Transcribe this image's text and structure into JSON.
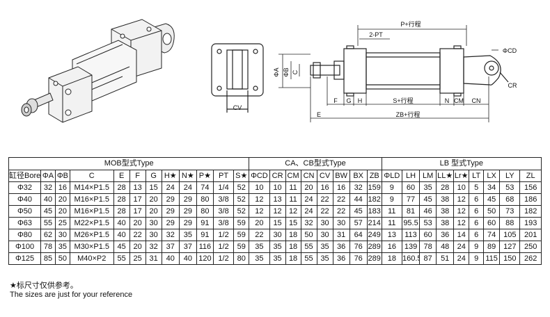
{
  "drawing_labels": {
    "p_stroke": "P+行程",
    "two_pt": "2-PT",
    "phi_cd": "ΦCD",
    "cr": "CR",
    "phi_b": "ΦB",
    "phi_a": "ΦA",
    "c": "C",
    "cv": "CV",
    "e": "E",
    "f": "F",
    "g": "G",
    "h": "H",
    "s_stroke": "S+行程",
    "n": "N",
    "cm": "CM",
    "cn": "CN",
    "zb_stroke": "ZB+行程"
  },
  "table": {
    "groups": {
      "mob": "MOB型式Type",
      "ca_cb": "CA、CB型式Type",
      "lb": "LB 型式Type"
    },
    "headers": [
      "缸径Bore",
      "ΦA",
      "ΦB",
      "C",
      "E",
      "F",
      "G",
      "H★",
      "N★",
      "P★",
      "PT",
      "S★",
      "ΦCD",
      "CR",
      "CM",
      "CN",
      "CV",
      "BW",
      "BX",
      "ZB",
      "ΦLD",
      "LH",
      "LM",
      "LL★",
      "Lr★",
      "LT",
      "LX",
      "LY",
      "ZL"
    ],
    "rows": [
      [
        "Φ32",
        "32",
        "16",
        "M14×P1.5",
        "28",
        "13",
        "15",
        "24",
        "24",
        "74",
        "1/4",
        "52",
        "10",
        "10",
        "11",
        "20",
        "16",
        "16",
        "32",
        "159",
        "9",
        "60",
        "35",
        "28",
        "10",
        "5",
        "34",
        "53",
        "156"
      ],
      [
        "Φ40",
        "40",
        "20",
        "M16×P1.5",
        "28",
        "17",
        "20",
        "29",
        "29",
        "80",
        "3/8",
        "52",
        "12",
        "13",
        "11",
        "24",
        "22",
        "22",
        "44",
        "182",
        "9",
        "77",
        "45",
        "38",
        "12",
        "6",
        "45",
        "68",
        "186"
      ],
      [
        "Φ50",
        "45",
        "20",
        "M16×P1.5",
        "28",
        "17",
        "20",
        "29",
        "29",
        "80",
        "3/8",
        "52",
        "12",
        "12",
        "12",
        "24",
        "22",
        "22",
        "45",
        "183",
        "11",
        "81",
        "46",
        "38",
        "12",
        "6",
        "50",
        "73",
        "182"
      ],
      [
        "Φ63",
        "55",
        "25",
        "M22×P1.5",
        "40",
        "20",
        "30",
        "29",
        "29",
        "91",
        "3/8",
        "59",
        "20",
        "15",
        "15",
        "32",
        "30",
        "30",
        "57",
        "214",
        "11",
        "95.5",
        "53",
        "38",
        "12",
        "6",
        "60",
        "88",
        "193"
      ],
      [
        "Φ80",
        "62",
        "30",
        "M26×P1.5",
        "40",
        "22",
        "30",
        "32",
        "35",
        "91",
        "1/2",
        "59",
        "22",
        "30",
        "18",
        "50",
        "30",
        "31",
        "64",
        "249",
        "13",
        "113",
        "60",
        "36",
        "14",
        "6",
        "74",
        "105",
        "201"
      ],
      [
        "Φ100",
        "78",
        "35",
        "M30×P1.5",
        "45",
        "20",
        "32",
        "37",
        "37",
        "116",
        "1/2",
        "59",
        "35",
        "35",
        "18",
        "55",
        "35",
        "36",
        "76",
        "289",
        "16",
        "139",
        "78",
        "48",
        "24",
        "9",
        "89",
        "127",
        "250"
      ],
      [
        "Φ125",
        "85",
        "50",
        "M40×P2",
        "55",
        "25",
        "31",
        "40",
        "40",
        "120",
        "1/2",
        "80",
        "35",
        "35",
        "18",
        "55",
        "35",
        "36",
        "76",
        "289",
        "18",
        "160.5",
        "87",
        "51",
        "24",
        "9",
        "115",
        "150",
        "262"
      ]
    ]
  },
  "notes": {
    "cn": "★标尺寸仅供参考。",
    "en": "The sizes are just for your reference"
  }
}
